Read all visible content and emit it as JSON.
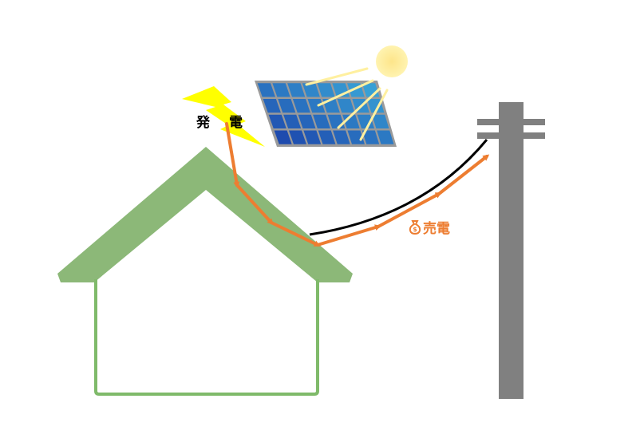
{
  "labels": {
    "generation_char1": "発",
    "generation_char2": "電",
    "sell_power": "売電"
  },
  "icons": [
    "sun-icon",
    "lightning-icon",
    "solar-panel-icon",
    "house-icon",
    "utility-pole-icon",
    "money-bag-icon"
  ],
  "colors": {
    "arrow": "#ed7d31",
    "roof": "#8cb878",
    "wall": "#7fba6a",
    "pole": "#808080",
    "lightning": "#ffff00",
    "panel_frame": "#9a9a9a"
  },
  "panel": {
    "rows": 4,
    "cols": 8
  }
}
